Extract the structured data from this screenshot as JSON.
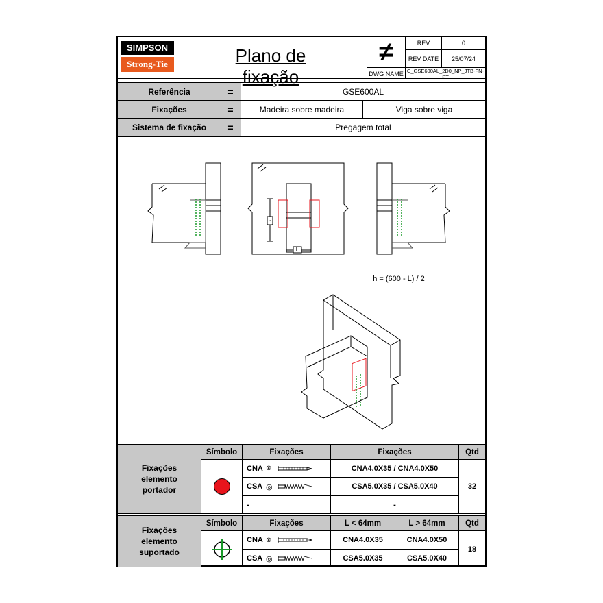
{
  "header": {
    "brand_top": "SIMPSON",
    "brand_bottom": "Strong-Tie",
    "title": "Plano de fixação",
    "rev_label": "REV",
    "rev_value": "0",
    "rev_date_label": "REV DATE",
    "rev_date_value": "25/07/24",
    "dwg_label": "DWG NAME",
    "dwg_value": "C_GSE600AL_2D0_NP_JTB-FN-PT",
    "not_equal_symbol": "≠"
  },
  "spec": {
    "eq": "=",
    "reference_label": "Referência",
    "reference_value": "GSE600AL",
    "fixings_label": "Fixações",
    "fixings_value_1": "Madeira sobre madeira",
    "fixings_value_2": "Viga sobre viga",
    "system_label": "Sistema de fixação",
    "system_value": "Pregagem total"
  },
  "drawing": {
    "formula": "h = (600 - L) / 2",
    "dim_h": "h",
    "dim_l": "L"
  },
  "table1": {
    "side_label_1": "Fixações",
    "side_label_2": "elemento",
    "side_label_3": "portador",
    "col_symbol": "Símbolo",
    "col_fix": "Fixações",
    "col_fix2": "Fixações",
    "col_qty": "Qtd",
    "row1_type": "CNA",
    "row1_value": "CNA4.0X35 / CNA4.0X50",
    "row2_type": "CSA",
    "row2_value": "CSA5.0X35 / CSA5.0X40",
    "row3_type": "-",
    "row3_value": "-",
    "qty": "32",
    "symbol_color": "#e8141c"
  },
  "table2": {
    "side_label_1": "Fixações",
    "side_label_2": "elemento",
    "side_label_3": "suportado",
    "col_symbol": "Símbolo",
    "col_fix": "Fixações",
    "col_lt": "L < 64mm",
    "col_gt": "L > 64mm",
    "col_qty": "Qtd",
    "row1_type": "CNA",
    "row1_lt": "CNA4.0X35",
    "row1_gt": "CNA4.0X50",
    "row2_type": "CSA",
    "row2_lt": "CSA5.0X35",
    "row2_gt": "CSA5.0X40",
    "qty": "18",
    "symbol_color": "#1a9a2a"
  }
}
